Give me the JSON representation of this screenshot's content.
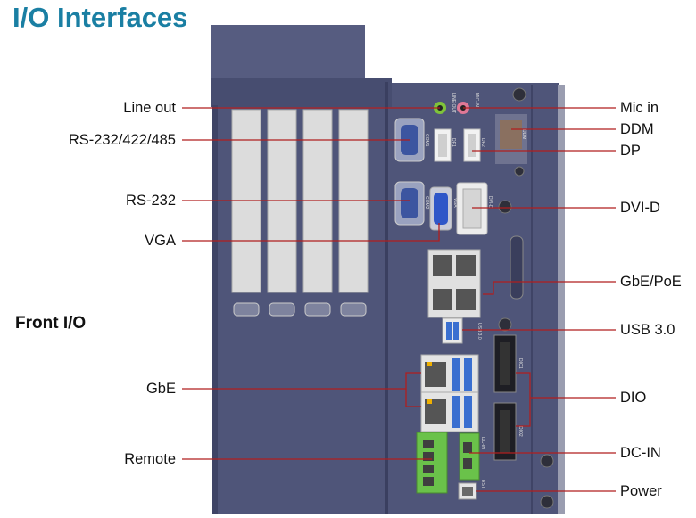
{
  "title": "I/O Interfaces",
  "section": "Front I/O",
  "callouts": {
    "line_out": "Line out",
    "rs232_422_485": "RS-232/422/485",
    "rs232": "RS-232",
    "vga": "VGA",
    "gbe": "GbE",
    "remote": "Remote",
    "mic_in": "Mic in",
    "ddm": "DDM",
    "dp": "DP",
    "dvi_d": "DVI-D",
    "gbe_poe": "GbE/PoE",
    "usb30": "USB 3.0",
    "dio": "DIO",
    "dc_in": "DC-IN",
    "power": "Power"
  },
  "panel_labels": {
    "line_out": "LINE OUT",
    "mic_in": "MIC-IN",
    "com1": "COM1",
    "com2": "COM2",
    "dp1": "DP1",
    "dp2": "DP2",
    "vga": "VGA",
    "dvi_d": "DVI-D",
    "ddm": "DDM",
    "usb30": "USB 3.0",
    "dio1": "DIO1",
    "dio2": "DIO2",
    "dc_in": "DC-IN",
    "rst": "RST"
  },
  "colors": {
    "title": "#1a7fa3",
    "leader_line": "#b01e1e",
    "chassis": "#4f5579",
    "chassis_dark": "#3c4163",
    "slot_cover": "#dcdcdc",
    "terminal_green": "#6ac24a"
  }
}
